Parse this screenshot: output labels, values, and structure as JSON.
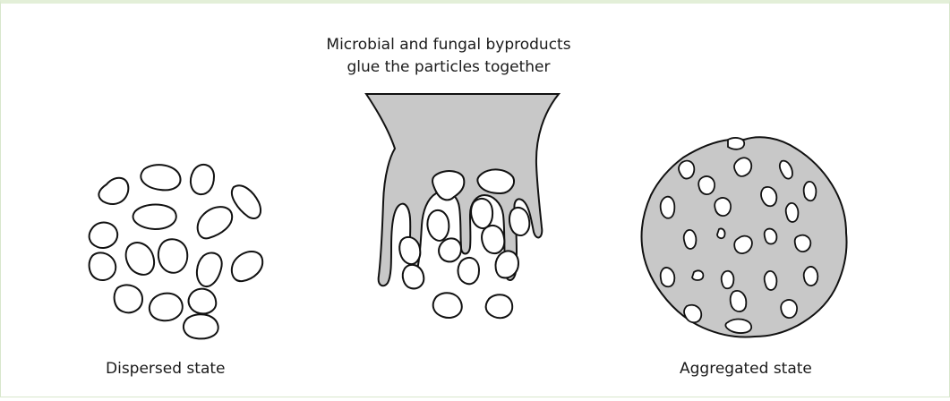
{
  "figure": {
    "top_caption": {
      "line1": "Microbial and fungal byproducts",
      "line2": "glue the particles together"
    },
    "left_label": "Dispersed state",
    "right_label": "Aggregated state",
    "colors": {
      "glue_fill": "#c8c8c8",
      "outline": "#111111",
      "frame_border": "#d8e7cc"
    }
  }
}
